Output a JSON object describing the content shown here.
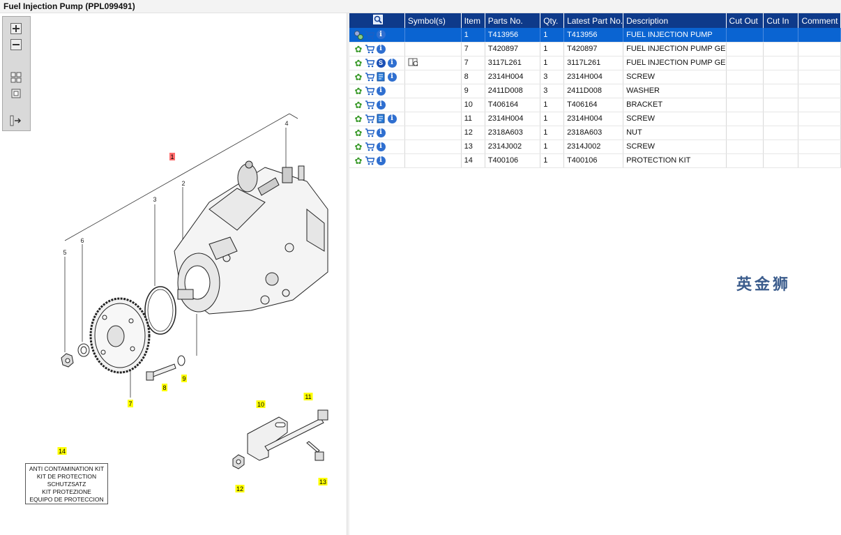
{
  "window": {
    "title": "Fuel Injection Pump (PPL099491)"
  },
  "toolbar": {
    "buttons": [
      {
        "name": "zoom-in-icon"
      },
      {
        "name": "zoom-out-icon"
      },
      {
        "name": "fit-all-icon"
      },
      {
        "name": "actual-size-icon"
      },
      {
        "name": "toggle-list-icon"
      }
    ]
  },
  "diagram": {
    "callouts": [
      "1",
      "2",
      "3",
      "4",
      "5",
      "6",
      "7",
      "8",
      "9",
      "10",
      "11",
      "12",
      "13",
      "14"
    ],
    "kit_box": {
      "lines": [
        "ANTI CONTAMINATION KIT",
        "KIT DE PROTECTION",
        "SCHUTZSATZ",
        "KIT PROTEZIONE",
        "EQUIPO DE PROTECCION"
      ]
    }
  },
  "table": {
    "columns": [
      "",
      "Symbol(s)",
      "Item",
      "Parts No.",
      "Qty.",
      "Latest Part No.",
      "Description",
      "Cut Out",
      "Cut In",
      "Comment"
    ],
    "rows": [
      {
        "icons": [
          "assembly",
          "cart",
          "info"
        ],
        "symbol": "",
        "item": "1",
        "part": "T413956",
        "qty": "1",
        "latest": "T413956",
        "desc": "FUEL INJECTION PUMP",
        "selected": true
      },
      {
        "icons": [
          "gear",
          "cart",
          "info"
        ],
        "symbol": "",
        "item": "7",
        "part": "T420897",
        "qty": "1",
        "latest": "T420897",
        "desc": "FUEL INJECTION PUMP GE",
        "selected": false
      },
      {
        "icons": [
          "gear",
          "cart",
          "s",
          "info"
        ],
        "symbol": "book",
        "item": "7",
        "part": "3117L261",
        "qty": "1",
        "latest": "3117L261",
        "desc": "FUEL INJECTION PUMP GE",
        "selected": false
      },
      {
        "icons": [
          "gear",
          "cart",
          "doc",
          "info"
        ],
        "symbol": "",
        "item": "8",
        "part": "2314H004",
        "qty": "3",
        "latest": "2314H004",
        "desc": "SCREW",
        "selected": false
      },
      {
        "icons": [
          "gear",
          "cart",
          "info"
        ],
        "symbol": "",
        "item": "9",
        "part": "2411D008",
        "qty": "3",
        "latest": "2411D008",
        "desc": "WASHER",
        "selected": false
      },
      {
        "icons": [
          "gear",
          "cart",
          "info"
        ],
        "symbol": "",
        "item": "10",
        "part": "T406164",
        "qty": "1",
        "latest": "T406164",
        "desc": "BRACKET",
        "selected": false
      },
      {
        "icons": [
          "gear",
          "cart",
          "doc",
          "info"
        ],
        "symbol": "",
        "item": "11",
        "part": "2314H004",
        "qty": "1",
        "latest": "2314H004",
        "desc": "SCREW",
        "selected": false
      },
      {
        "icons": [
          "gear",
          "cart",
          "info"
        ],
        "symbol": "",
        "item": "12",
        "part": "2318A603",
        "qty": "1",
        "latest": "2318A603",
        "desc": "NUT",
        "selected": false
      },
      {
        "icons": [
          "gear",
          "cart",
          "info"
        ],
        "symbol": "",
        "item": "13",
        "part": "2314J002",
        "qty": "1",
        "latest": "2314J002",
        "desc": "SCREW",
        "selected": false
      },
      {
        "icons": [
          "gear",
          "cart",
          "info"
        ],
        "symbol": "",
        "item": "14",
        "part": "T400106",
        "qty": "1",
        "latest": "T400106",
        "desc": "PROTECTION KIT",
        "selected": false
      }
    ]
  },
  "watermark": "英金狮",
  "colors": {
    "header": "#0e3a8a",
    "selected": "#0a64d2",
    "callout_highlight": "#ffff00",
    "callout_selected": "#ff6b6b"
  }
}
